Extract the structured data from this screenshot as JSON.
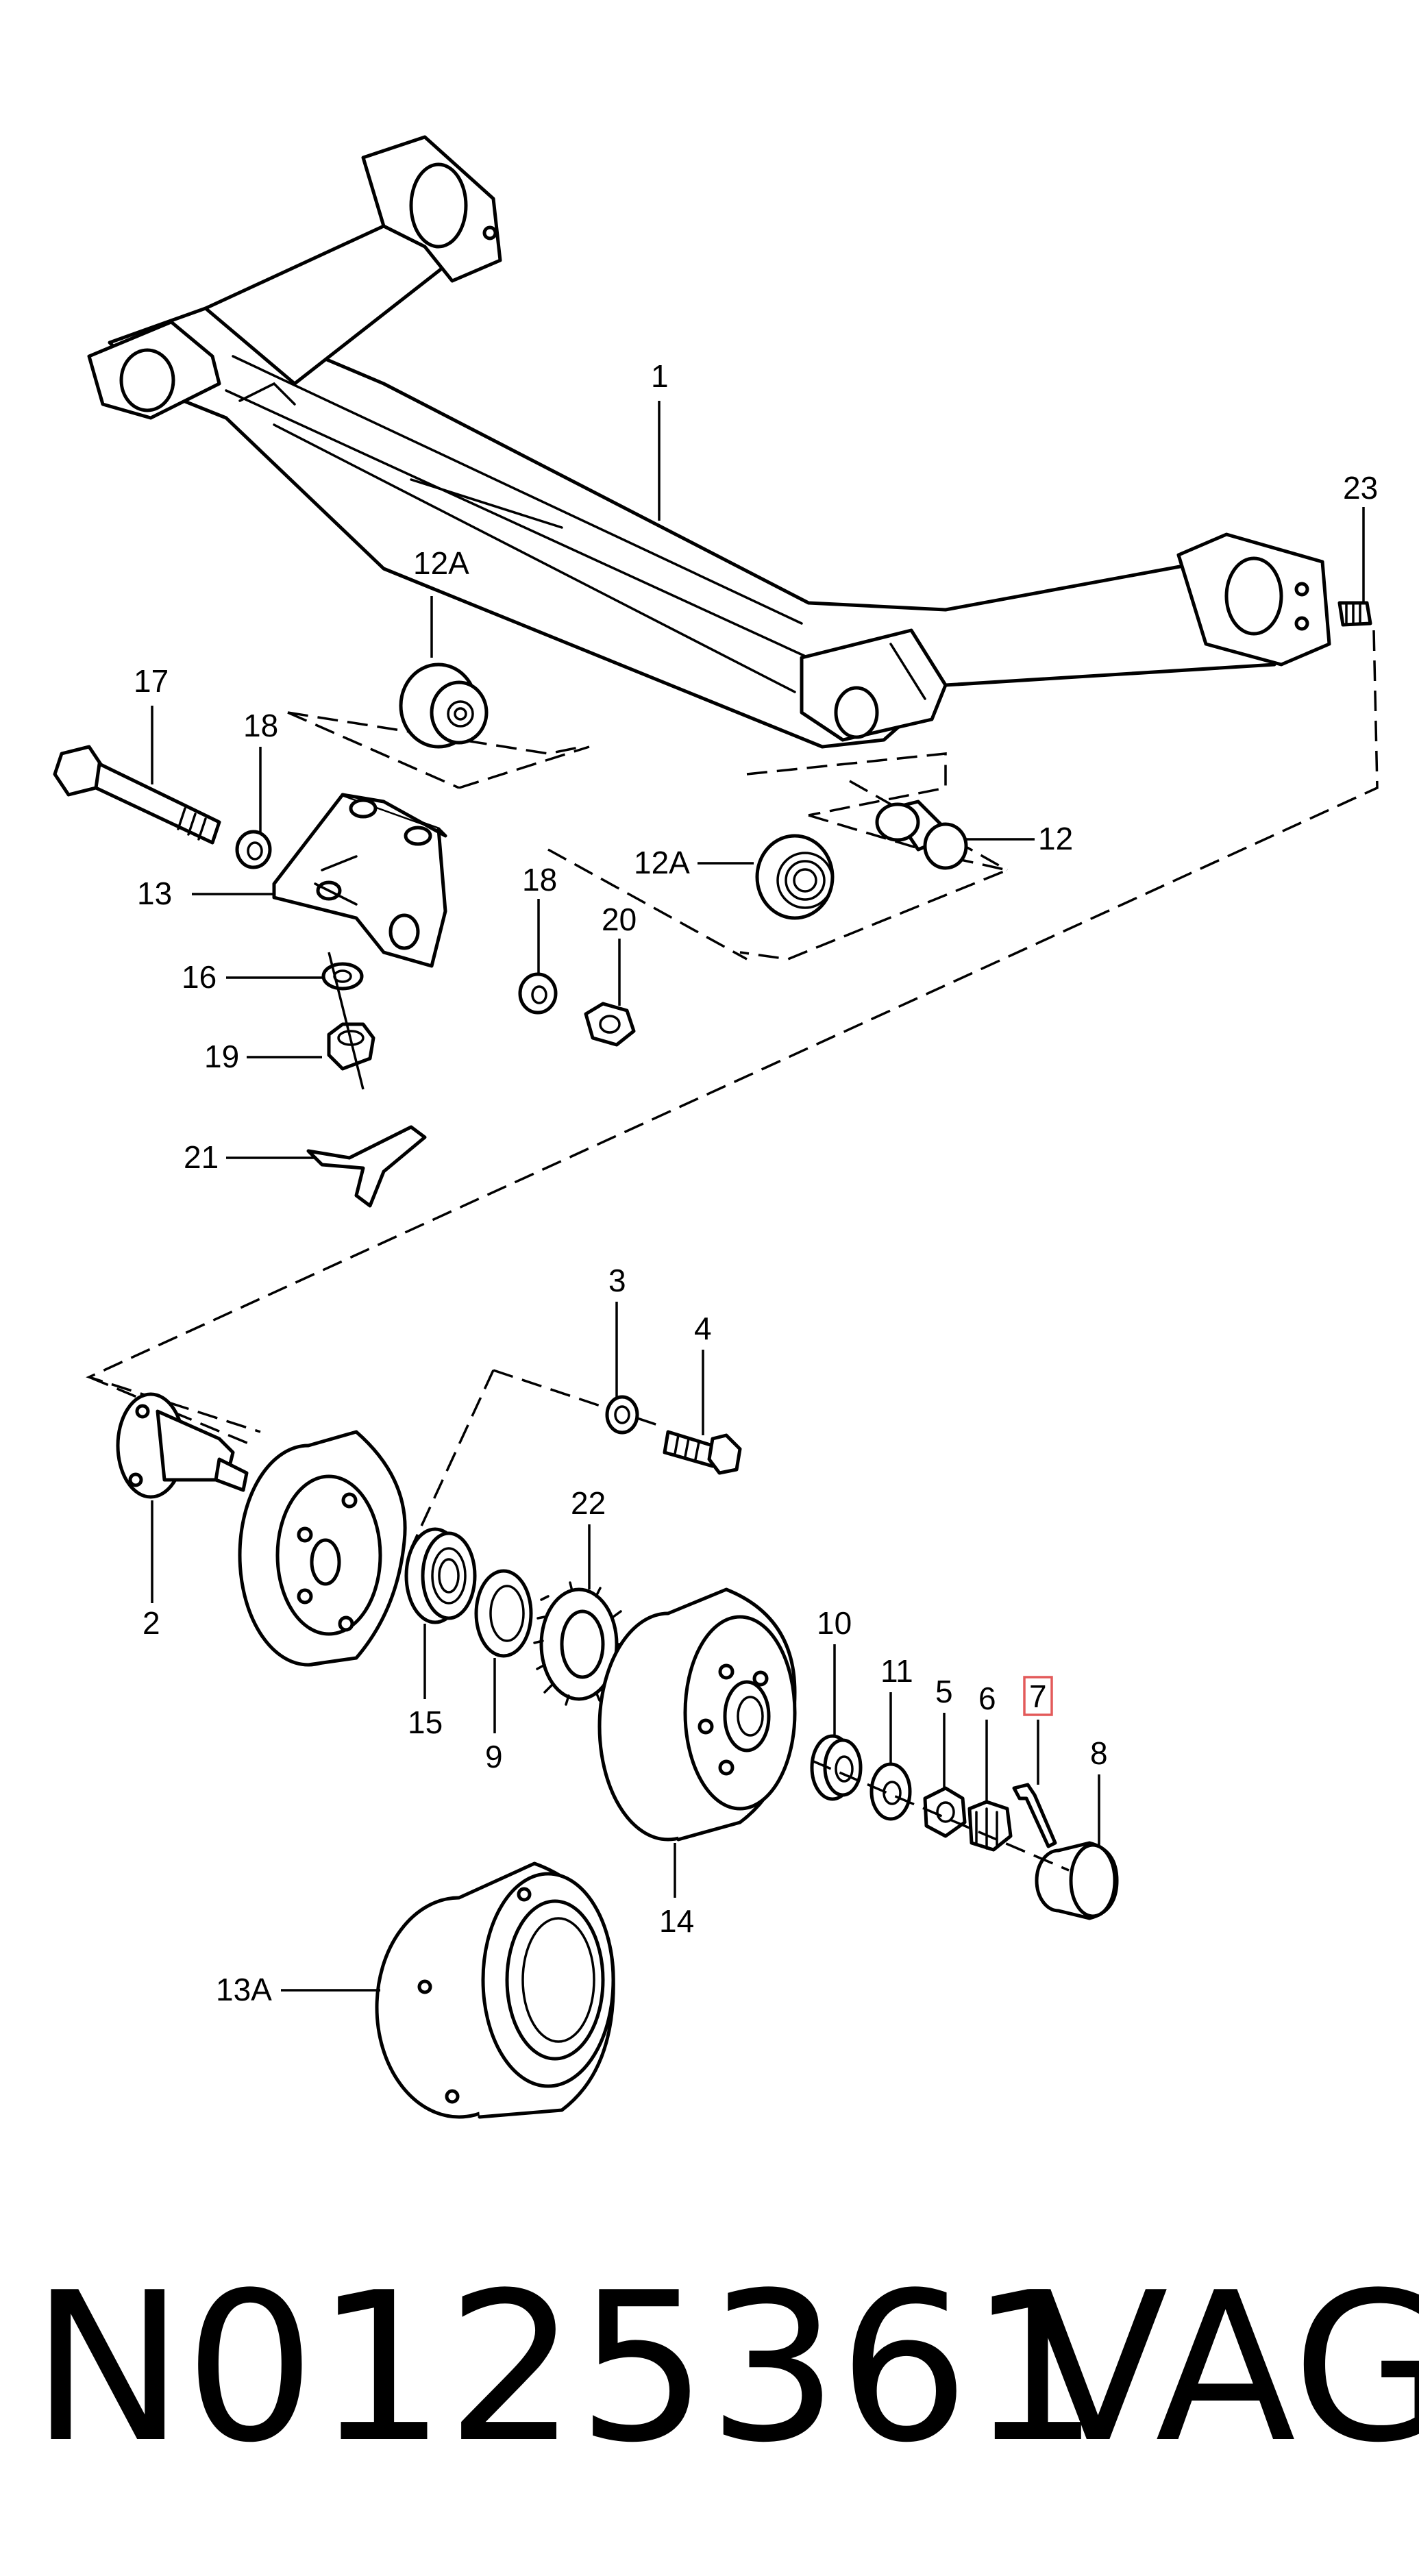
{
  "labels": {
    "p1": "1",
    "p2": "2",
    "p3": "3",
    "p4": "4",
    "p5": "5",
    "p6": "6",
    "p7": "7",
    "p8": "8",
    "p9": "9",
    "p10": "10",
    "p11": "11",
    "p12": "12",
    "p12a_top": "12A",
    "p12a_mid": "12A",
    "p13": "13",
    "p13a": "13A",
    "p14": "14",
    "p15": "15",
    "p16": "16",
    "p17": "17",
    "p18_left": "18",
    "p18_right": "18",
    "p19": "19",
    "p20": "20",
    "p21": "21",
    "p22": "22",
    "p23": "23"
  },
  "highlighted_label": "7",
  "highlight_color": "#e35a5a",
  "footer": {
    "part_number": "N0125361",
    "brand": "VAG"
  }
}
